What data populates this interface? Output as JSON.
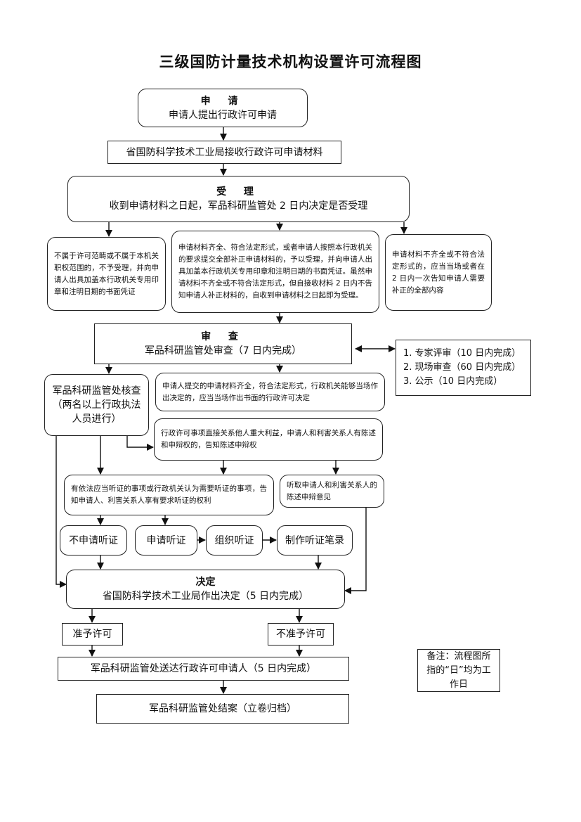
{
  "title": "三级国防计量技术机构设置许可流程图",
  "boxes": {
    "apply_head": "申 请",
    "apply_body": "申请人提出行政许可申请",
    "receive": "省国防科学技术工业局接收行政许可申请材料",
    "accept_head": "受 理",
    "accept_body": "收到申请材料之日起，军品科研监管处 2 日内决定是否受理",
    "reject": "不属于许可范畴或不属于本机关职权范围的，不予受理，并向申请人出具加盖本行政机关专用印章和注明日期的书面凭证",
    "accept_ok": "申请材料齐全、符合法定形式，或者申请人按照本行政机关的要求提交全部补正申请材料的，予以受理，并向申请人出具加盖本行政机关专用印章和注明日期的书面凭证。虽然申请材料不齐全或不符合法定形式，但自接收材料 2 日内不告知申请人补正材料的，自收到申请材料之日起即为受理。",
    "supplement": "申请材料不齐全或不符合法定形式的，应当当场或者在 2 日内一次告知申请人需要补正的全部内容",
    "review_head": "审 查",
    "review_body": "军品科研监管处审查（7 日内完成）",
    "review_items": [
      "1. 专家评审（10 日内完成）",
      "2. 现场审查（60 日内完成）",
      "3. 公示（10 日内完成）"
    ],
    "verify": "军品科研监管处核查（两名以上行政执法人员进行）",
    "on_spot": "申请人提交的申请材料齐全，符合法定形式，行政机关能够当场作出决定的，应当当场作出书面的行政许可决定",
    "interest": "行政许可事项直接关系他人重大利益，申请人和利害关系人有陈述和申辩权的，告知陈述申辩权",
    "hearing_notice": "有依法应当听证的事项或行政机关认为需要听证的事项，告知申请人、利害关系人享有要求听证的权利",
    "listen": "听取申请人和利害关系人的陈述申辩意见",
    "no_hearing": "不申请听证",
    "req_hearing": "申请听证",
    "org_hearing": "组织听证",
    "record": "制作听证笔录",
    "decide_head": "决定",
    "decide_body": "省国防科学技术工业局作出决定（5 日内完成）",
    "grant": "准予许可",
    "deny": "不准予许可",
    "deliver": "军品科研监管处送达行政许可申请人（5 日内完成）",
    "close": "军品科研监管处结案（立卷归档）",
    "note": "备注：流程图所指的“日”均为工作日"
  }
}
